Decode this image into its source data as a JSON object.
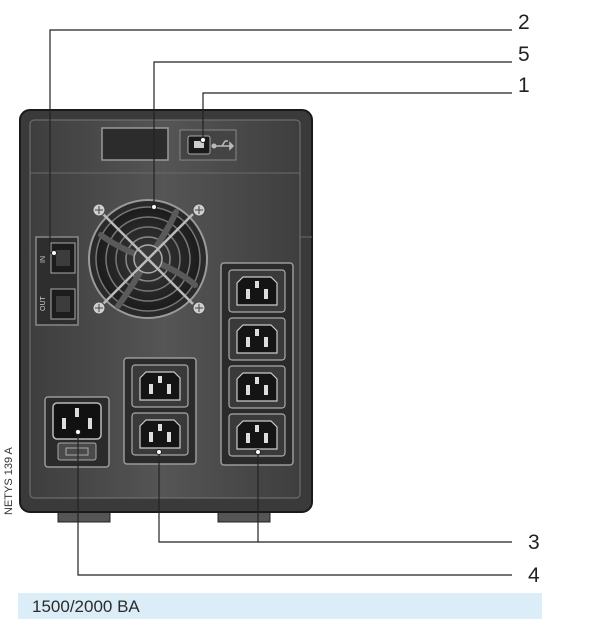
{
  "callouts": {
    "c1": "1",
    "c2": "2",
    "c3": "3",
    "c4": "4",
    "c5": "5"
  },
  "side_code": "NETYS 139 A",
  "port_labels": {
    "upper": "IN",
    "lower": "OUT"
  },
  "caption": "1500/2000 BA",
  "colors": {
    "housing": "#4a4a4a",
    "panel": "#5f5f5f",
    "caption_bg": "#dbeef7",
    "leader": "#222222"
  }
}
